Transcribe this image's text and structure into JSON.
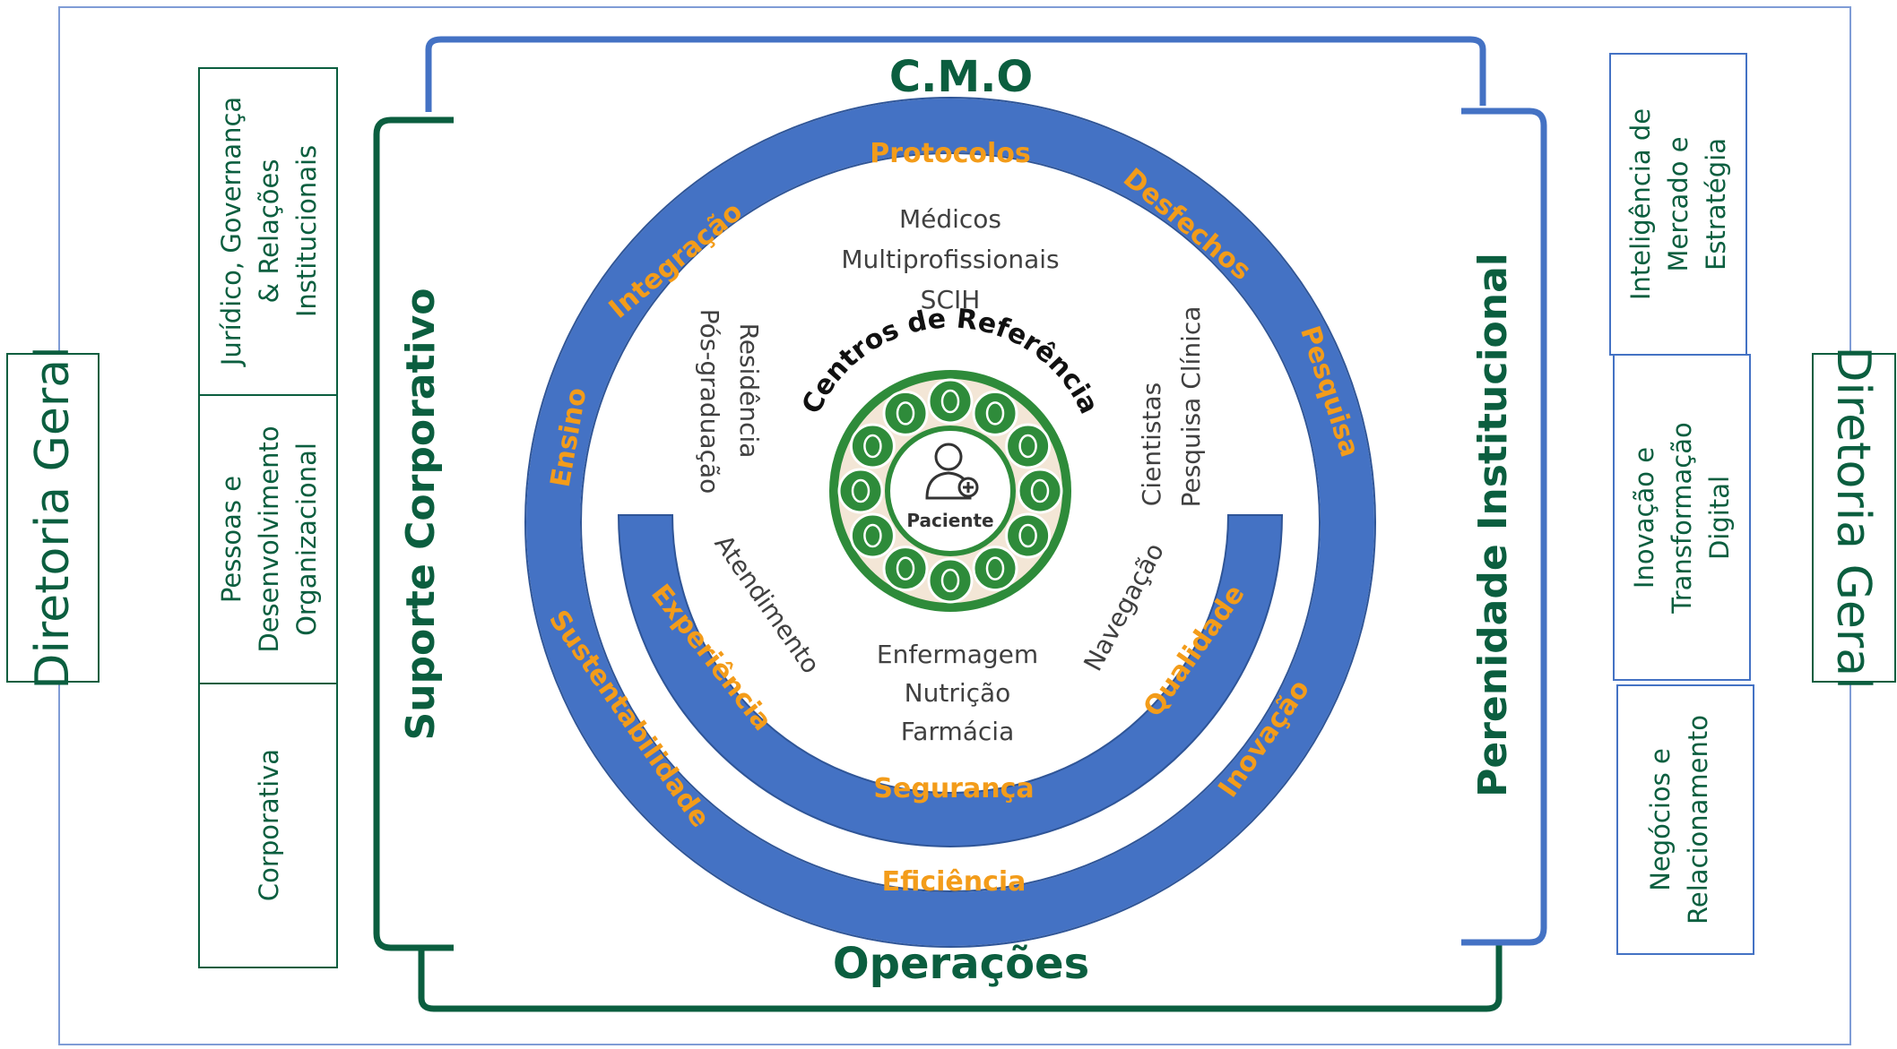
{
  "colors": {
    "dark_green": "#0B5E3F",
    "blue_ring": "#4472C4",
    "orange_text": "#F39C1A",
    "icon_green": "#2E8B3A",
    "cream": "#F3E6D6",
    "frame_blue": "#4472C4",
    "gray_text": "#404040"
  },
  "left_label": "Diretoria Geral",
  "right_label": "Diretoria Geral",
  "left_boxes": [
    {
      "lines": [
        "Jurídico, Governança",
        "& Relações",
        "Institucionais"
      ]
    },
    {
      "lines": [
        "Pessoas e",
        "Desenvolvimento",
        "Organizacional"
      ]
    },
    {
      "lines": [
        "Corporativa"
      ]
    }
  ],
  "right_boxes": [
    {
      "lines": [
        "Inteligência de",
        "Mercado e",
        "Estratégia"
      ]
    },
    {
      "lines": [
        "Inovação e",
        "Transformação",
        "Digital"
      ]
    },
    {
      "lines": [
        "Negócios e",
        "Relacionamento"
      ]
    }
  ],
  "cmo": "C.M.O",
  "operacoes": "Operações",
  "suporte": "Suporte Corporativo",
  "perenidade": "Perenidade Institucional",
  "outer_ring": {
    "protocolos": "Protocolos",
    "desfechos": "Desfechos",
    "pesquisa": "Pesquisa",
    "integracao": "Integração",
    "ensino": "Ensino",
    "sustentabilidade": "Sustentabilidade",
    "inovacao": "Inovação",
    "eficiencia": "Eficiência"
  },
  "inner_arc": {
    "experiencia": "Experiência",
    "seguranca": "Segurança",
    "qualidade": "Qualidade"
  },
  "top_group": [
    "Médicos",
    "Multiprofissionais",
    "SCIH"
  ],
  "left_group": [
    "Residência",
    "Pós-graduação"
  ],
  "right_group": [
    "Cientistas",
    "Pesquisa Clínica"
  ],
  "bottom_group": [
    "Enfermagem",
    "Nutrição",
    "Farmácia"
  ],
  "atendimento": "Atendimento",
  "navegacao": "Navegação",
  "centros": "Centros de Referência",
  "paciente": "Paciente",
  "icons": [
    "kidney-icon",
    "bone-icon",
    "head-icon",
    "skin-icon",
    "breast-icon",
    "uterus-icon",
    "lungs-icon",
    "intestine-icon",
    "brain-icon",
    "faces-icon",
    "digestive-icon",
    "bladder-icon"
  ]
}
